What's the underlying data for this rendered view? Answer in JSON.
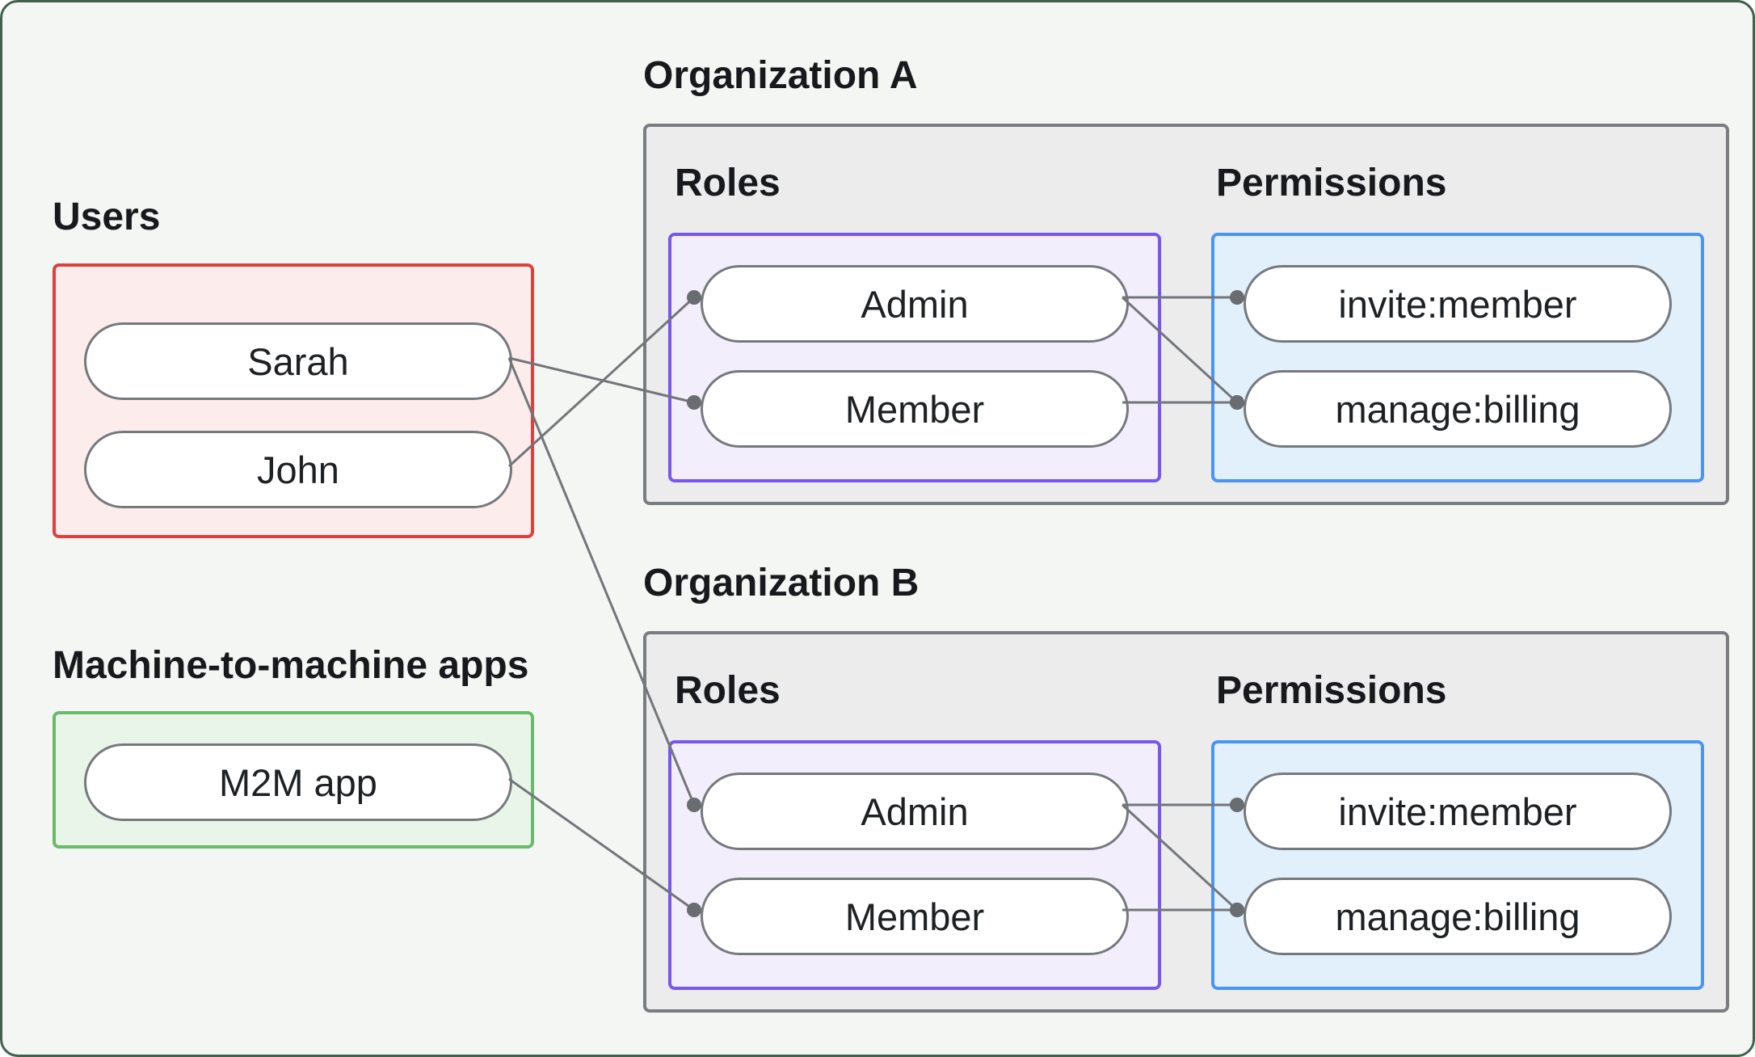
{
  "users": {
    "title": "Users",
    "items": [
      {
        "label": "Sarah"
      },
      {
        "label": "John"
      }
    ]
  },
  "m2m": {
    "title": "Machine-to-machine apps",
    "items": [
      {
        "label": "M2M app"
      }
    ]
  },
  "organizations": [
    {
      "title": "Organization A",
      "roles_label": "Roles",
      "permissions_label": "Permissions",
      "roles": [
        {
          "label": "Admin"
        },
        {
          "label": "Member"
        }
      ],
      "permissions": [
        {
          "label": "invite:member"
        },
        {
          "label": "manage:billing"
        }
      ]
    },
    {
      "title": "Organization B",
      "roles_label": "Roles",
      "permissions_label": "Permissions",
      "roles": [
        {
          "label": "Admin"
        },
        {
          "label": "Member"
        }
      ],
      "permissions": [
        {
          "label": "invite:member"
        },
        {
          "label": "manage:billing"
        }
      ]
    }
  ],
  "connections": [
    {
      "from": "user-sarah",
      "to": "orgA-role-member"
    },
    {
      "from": "user-john",
      "to": "orgA-role-admin"
    },
    {
      "from": "user-sarah",
      "to": "orgB-role-admin"
    },
    {
      "from": "m2m-app",
      "to": "orgB-role-member"
    },
    {
      "from": "orgA-role-admin",
      "to": "orgA-perm-invite"
    },
    {
      "from": "orgA-role-admin",
      "to": "orgA-perm-manage"
    },
    {
      "from": "orgA-role-member",
      "to": "orgA-perm-manage"
    },
    {
      "from": "orgB-role-admin",
      "to": "orgB-perm-invite"
    },
    {
      "from": "orgB-role-admin",
      "to": "orgB-perm-manage"
    },
    {
      "from": "orgB-role-member",
      "to": "orgB-perm-manage"
    }
  ],
  "theme": {
    "canvas_bg": "#f3f6f3",
    "canvas_border": "#42604b",
    "users_border": "#e0403c",
    "users_fill": "#fcedec",
    "m2m_border": "#68bb6b",
    "m2m_fill": "#e9f5e9",
    "org_border": "#797d81",
    "org_fill": "#ececed",
    "roles_border": "#7857f0",
    "roles_fill": "#f3eefc",
    "permissions_border": "#4795f6",
    "permissions_fill": "#e2f0fc",
    "pill_border": "#75797d",
    "line_color": "#72767a",
    "dot_color": "#696d71"
  }
}
